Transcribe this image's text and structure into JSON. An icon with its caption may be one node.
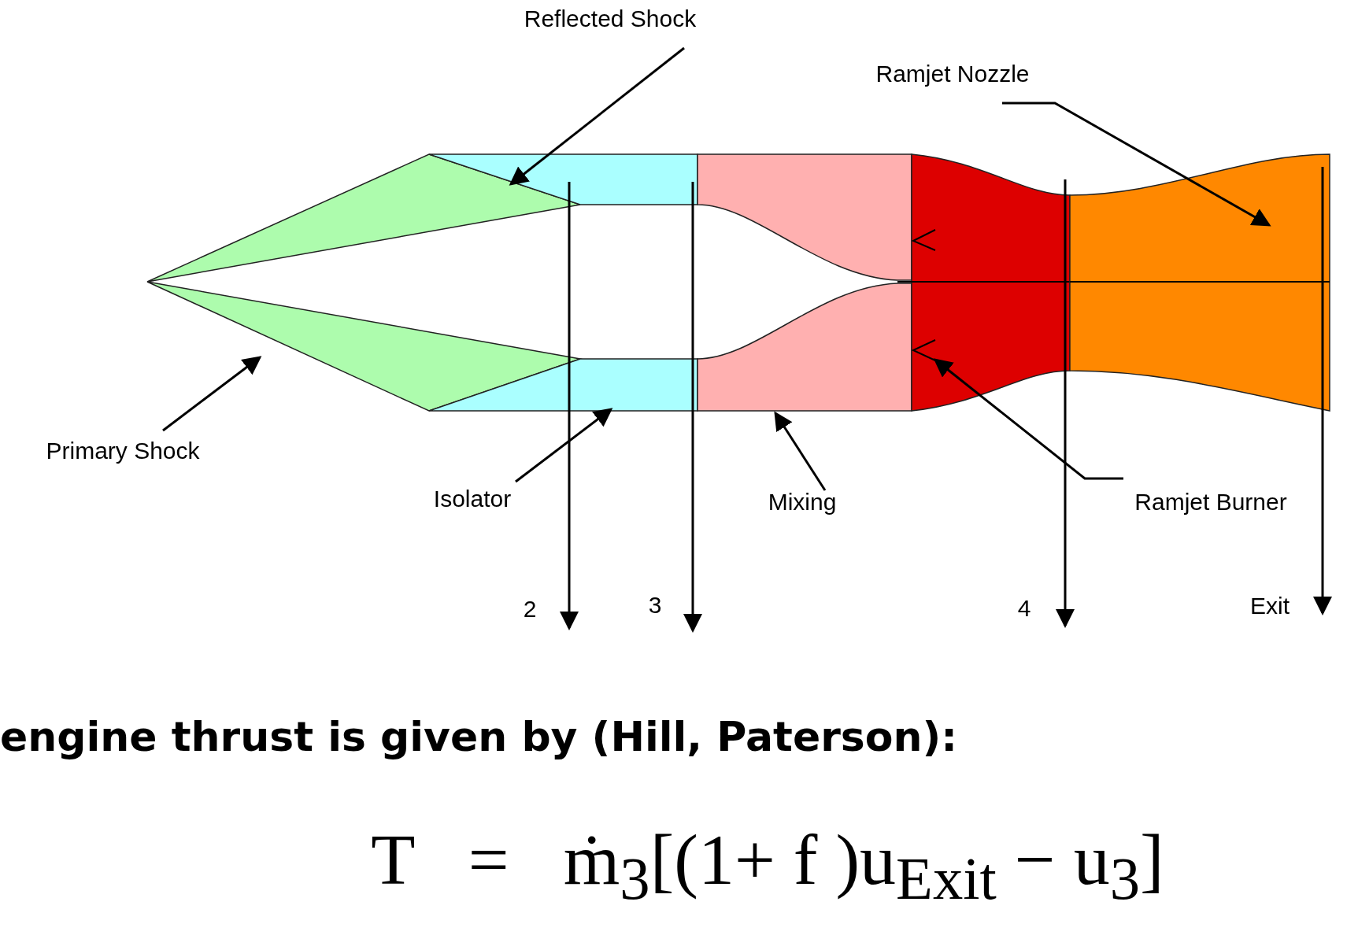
{
  "diagram": {
    "nodes": [
      {
        "text": [
          "Primary Shock"
        ]
      },
      {
        "text": [
          "Reflected Shock"
        ]
      },
      {
        "text": [
          "Ramjet Nozzle"
        ]
      },
      {
        "text": [
          "Isolator"
        ]
      },
      {
        "text": [
          "Mixing"
        ]
      },
      {
        "text": [
          "Ramjet Burner"
        ]
      },
      {
        "text": [],
        "shape": "triangle"
      },
      {
        "text": [],
        "shape": "box"
      },
      {
        "text": [],
        "shape": "box"
      },
      {
        "text": [],
        "shape": "box"
      },
      {
        "text": [],
        "shape": "box"
      }
    ],
    "edges": [
      {
        "from": 0,
        "to": 6,
        "arrow": "to"
      },
      {
        "from": 1,
        "to": 6,
        "arrow": "to"
      },
      {
        "from": 2,
        "to": 10,
        "arrow": "to"
      },
      {
        "from": 3,
        "to": 7,
        "arrow": "to"
      },
      {
        "from": 4,
        "to": 8,
        "arrow": "to"
      },
      {
        "from": 5,
        "to": 9,
        "arrow": "to"
      }
    ],
    "labels": [
      "2",
      "3",
      "4",
      "Exit",
      "engine thrust is given by (Hill, Paterson):",
      "T   =   ṁ$_{3}$[(1+ f )u$_{Exit}$ − u$_{3}$]"
    ]
  }
}
